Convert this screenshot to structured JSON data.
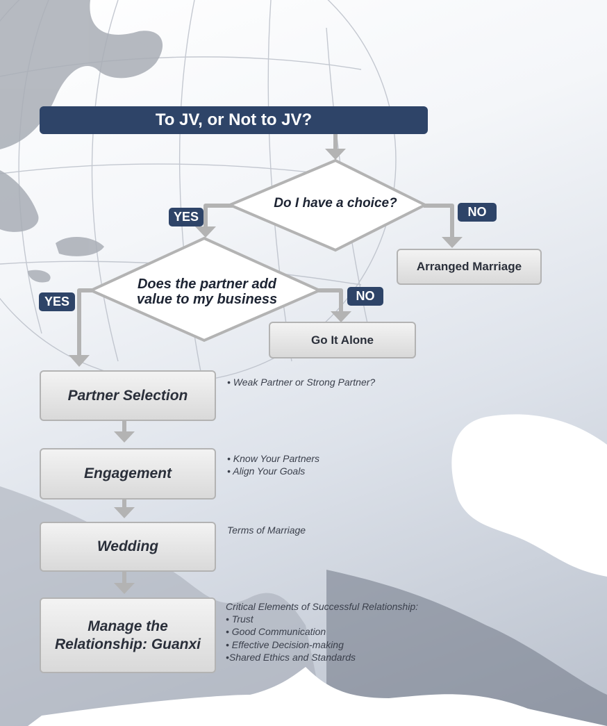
{
  "title": "To JV, or Not to JV?",
  "decisions": {
    "choice": "Do I have a choice?",
    "value_line1": "Does the partner add",
    "value_line2": "value to my business"
  },
  "tags": {
    "yes_1": "YES",
    "no_1": "NO",
    "yes_2": "YES",
    "no_2": "NO"
  },
  "outcomes": {
    "arranged": "Arranged Marriage",
    "alone": "Go It Alone"
  },
  "steps": {
    "partner_selection": "Partner Selection",
    "engagement": "Engagement",
    "wedding": "Wedding",
    "manage_line1": "Manage the",
    "manage_line2": "Relationship: Guanxi"
  },
  "notes": {
    "partner_selection": [
      "• Weak Partner or Strong Partner?"
    ],
    "engagement": [
      "• Know Your Partners",
      "• Align Your Goals"
    ],
    "wedding": [
      "Terms of Marriage"
    ],
    "manage": [
      "Critical Elements of Successful Relationship:",
      "• Trust",
      "• Good Communication",
      "• Effective Decision-making",
      "•Shared Ethics and Standards"
    ]
  },
  "colors": {
    "title_bg": "#2e4468",
    "connector": "#b3b3b3",
    "box_border": "#b3b3b3",
    "land": "#ffffff"
  }
}
